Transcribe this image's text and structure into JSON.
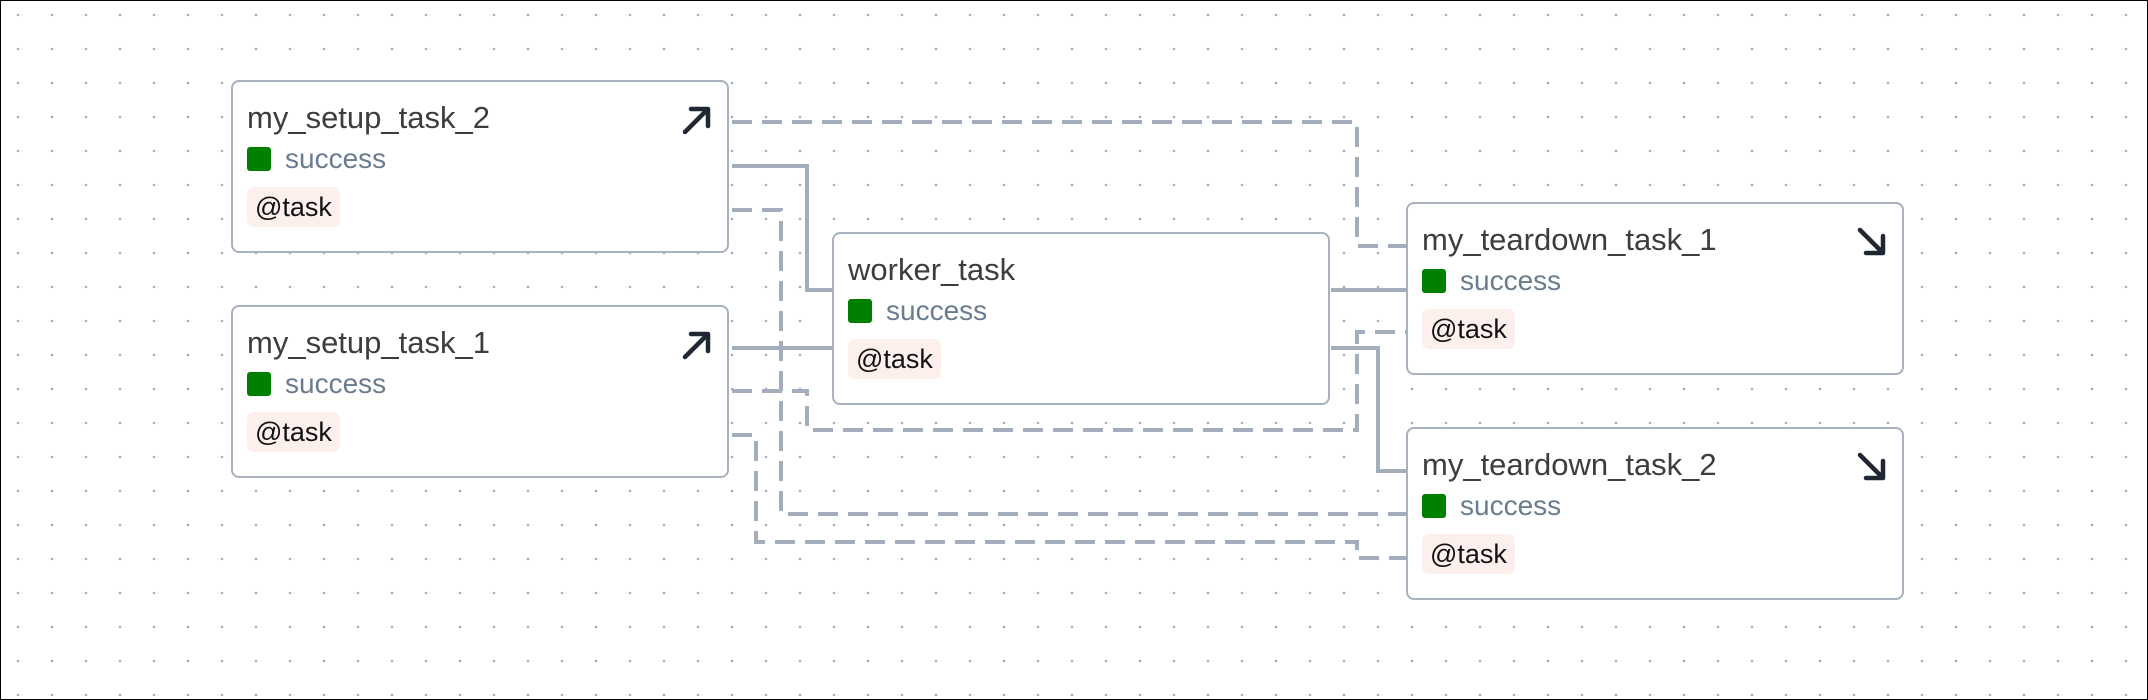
{
  "graph": {
    "nodes": [
      {
        "id": "my_setup_task_2",
        "title": "my_setup_task_2",
        "status": "success",
        "badge": "@task",
        "arrow_icon": "arrow-up-right-icon",
        "status_color": "#008000"
      },
      {
        "id": "my_setup_task_1",
        "title": "my_setup_task_1",
        "status": "success",
        "badge": "@task",
        "arrow_icon": "arrow-up-right-icon",
        "status_color": "#008000"
      },
      {
        "id": "worker_task",
        "title": "worker_task",
        "status": "success",
        "badge": "@task",
        "arrow_icon": "",
        "status_color": "#008000"
      },
      {
        "id": "my_teardown_task_1",
        "title": "my_teardown_task_1",
        "status": "success",
        "badge": "@task",
        "arrow_icon": "arrow-down-right-icon",
        "status_color": "#008000"
      },
      {
        "id": "my_teardown_task_2",
        "title": "my_teardown_task_2",
        "status": "success",
        "badge": "@task",
        "arrow_icon": "arrow-down-right-icon",
        "status_color": "#008000"
      }
    ],
    "edges": [
      {
        "from": "my_setup_task_2",
        "to": "worker_task",
        "style": "solid"
      },
      {
        "from": "my_setup_task_1",
        "to": "worker_task",
        "style": "solid"
      },
      {
        "from": "worker_task",
        "to": "my_teardown_task_1",
        "style": "solid"
      },
      {
        "from": "worker_task",
        "to": "my_teardown_task_2",
        "style": "solid"
      },
      {
        "from": "my_setup_task_2",
        "to": "my_teardown_task_1",
        "style": "dashed"
      },
      {
        "from": "my_setup_task_2",
        "to": "my_teardown_task_2",
        "style": "dashed"
      },
      {
        "from": "my_setup_task_1",
        "to": "my_teardown_task_1",
        "style": "dashed"
      },
      {
        "from": "my_setup_task_1",
        "to": "my_teardown_task_2",
        "style": "dashed"
      }
    ],
    "colors": {
      "edge": "#a3adbb",
      "node_border": "#a7b1bf",
      "status_success": "#008000",
      "badge_bg": "#fdf0ec"
    }
  }
}
